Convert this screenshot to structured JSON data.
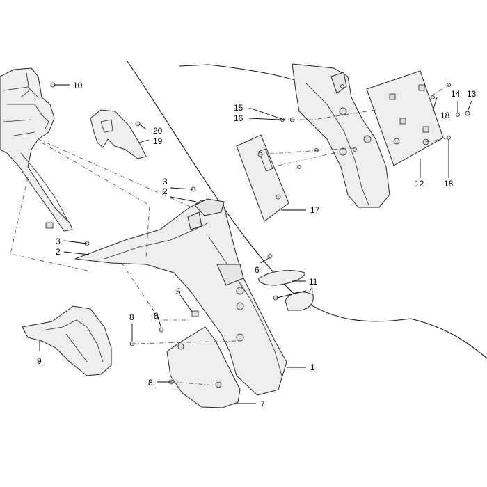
{
  "diagram": {
    "callouts": [
      {
        "id": "c10",
        "text": "10"
      },
      {
        "id": "c20",
        "text": "20"
      },
      {
        "id": "c19",
        "text": "19"
      },
      {
        "id": "c15",
        "text": "15"
      },
      {
        "id": "c16",
        "text": "16"
      },
      {
        "id": "c14",
        "text": "14"
      },
      {
        "id": "c13",
        "text": "13"
      },
      {
        "id": "c18a",
        "text": "18"
      },
      {
        "id": "c12",
        "text": "12"
      },
      {
        "id": "c18b",
        "text": "18"
      },
      {
        "id": "c17",
        "text": "17"
      },
      {
        "id": "c3a",
        "text": "3"
      },
      {
        "id": "c2a",
        "text": "2"
      },
      {
        "id": "c3b",
        "text": "3"
      },
      {
        "id": "c2b",
        "text": "2"
      },
      {
        "id": "c6",
        "text": "6"
      },
      {
        "id": "c11",
        "text": "11"
      },
      {
        "id": "c4",
        "text": "4"
      },
      {
        "id": "c5",
        "text": "5"
      },
      {
        "id": "c8a",
        "text": "8"
      },
      {
        "id": "c8b",
        "text": "8"
      },
      {
        "id": "c8c",
        "text": "8"
      },
      {
        "id": "c9",
        "text": "9"
      },
      {
        "id": "c1",
        "text": "1"
      },
      {
        "id": "c7",
        "text": "7"
      }
    ]
  }
}
